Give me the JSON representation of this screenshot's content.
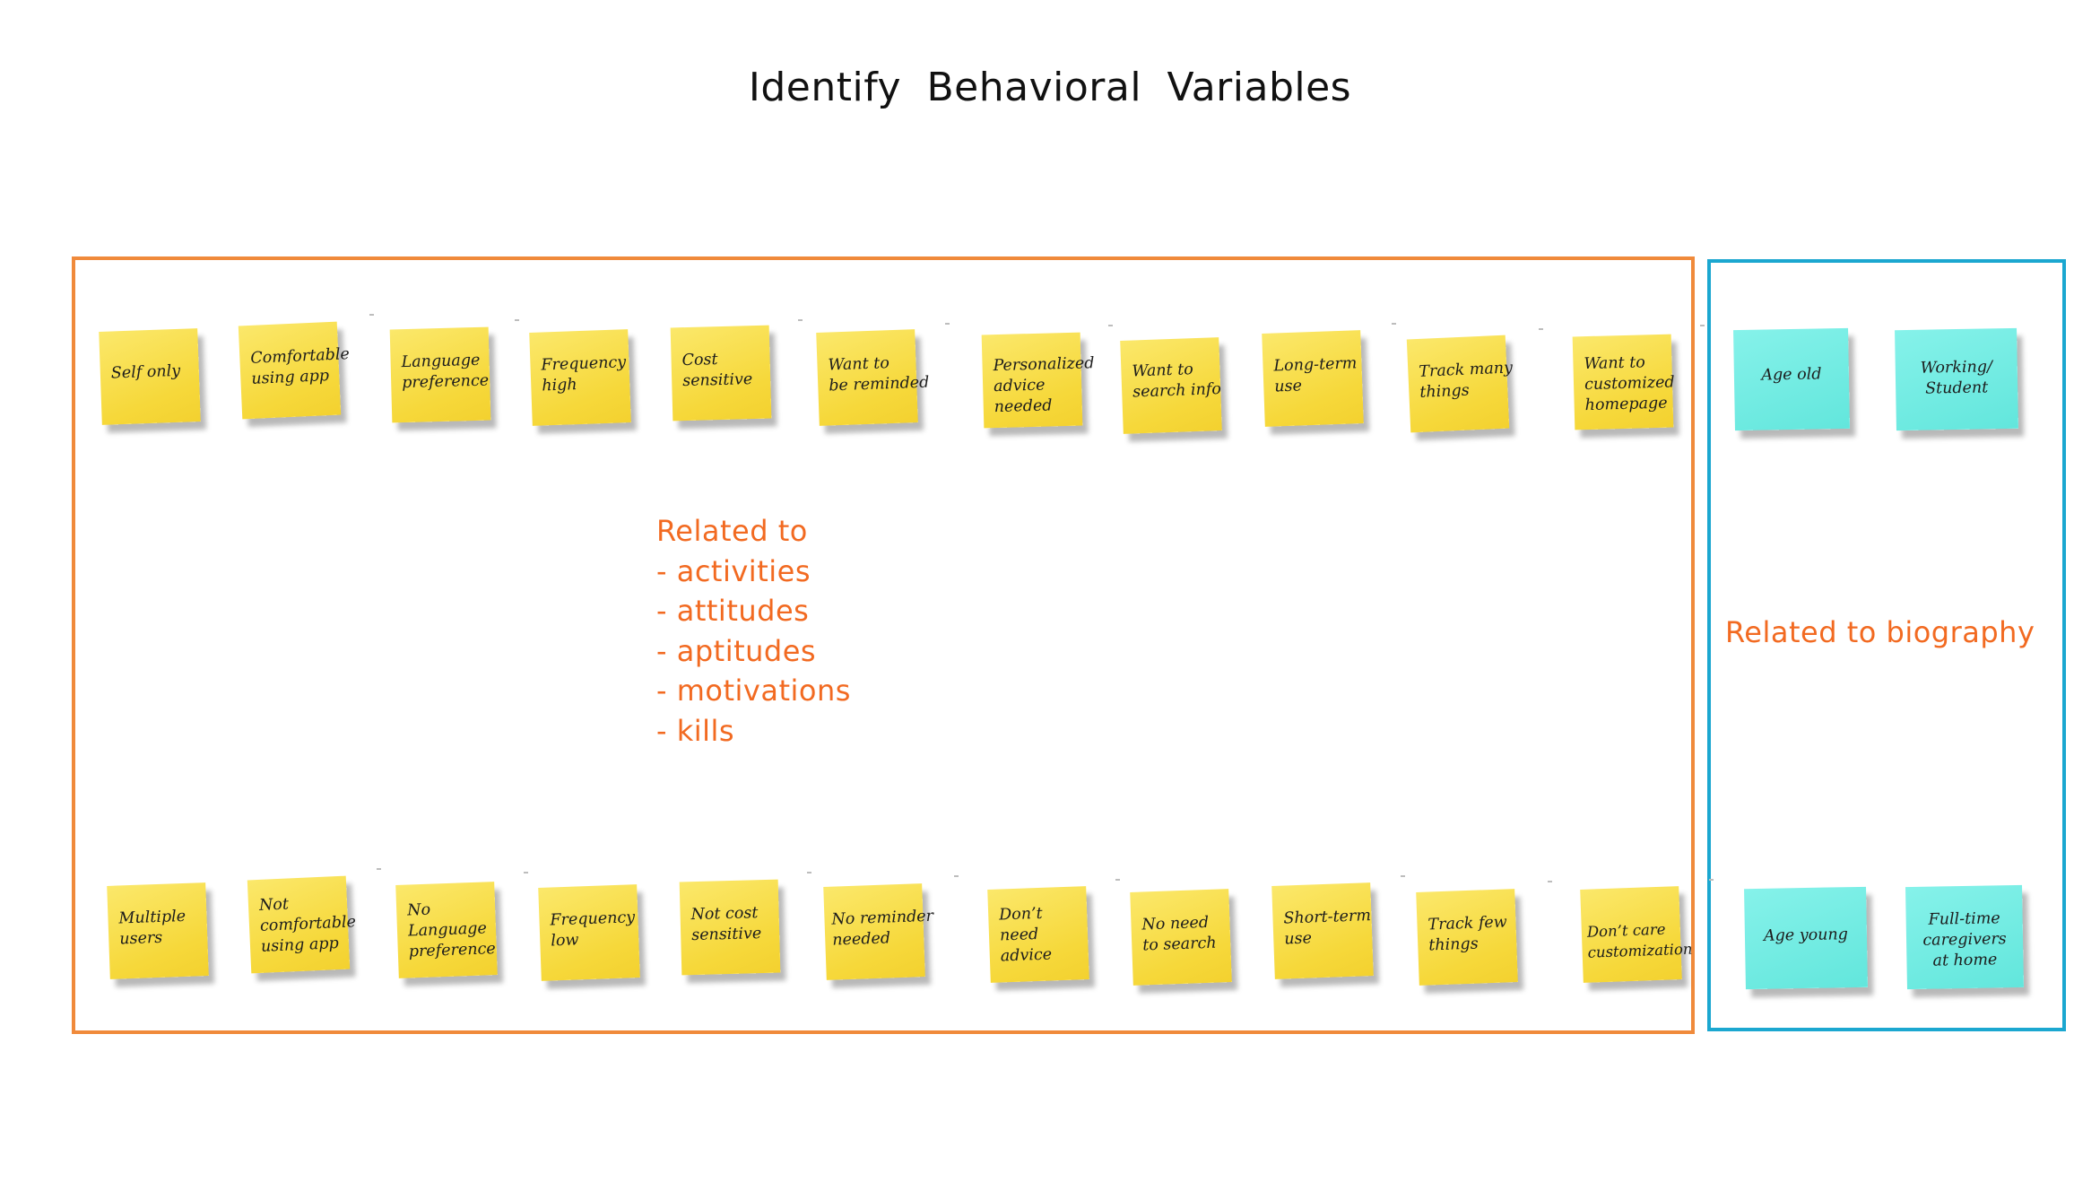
{
  "title": "Identify  Behavioral  Variables",
  "annotations": {
    "behavioral": "Related to\n- activities\n- attitudes\n- aptitudes\n- motivations\n- kills",
    "biography": "Related to biography"
  },
  "colors": {
    "behavioral_frame": "#f08a3b",
    "biography_frame": "#1ba7d0",
    "annotation_text": "#f26a21",
    "note_yellow": "#f6d83a",
    "note_cyan": "#62e6dc"
  },
  "behavioral_notes_top": [
    "Self only",
    "Comfortable\nusing app",
    "Language\npreference",
    "Frequency\nhigh",
    "Cost\nsensitive",
    "Want to\nbe reminded",
    "Personalized\nadvice\nneeded",
    "Want to\nsearch info",
    "Long-term\nuse",
    "Track many\nthings",
    "Want to\ncustomized\nhomepage"
  ],
  "behavioral_notes_bottom": [
    "Multiple\nusers",
    "Not\ncomfortable\nusing app",
    "No\nLanguage\npreference",
    "Frequency\nlow",
    "Not cost\nsensitive",
    "No reminder\nneeded",
    "Don’t\nneed\nadvice",
    "No need\nto search",
    "Short-term\nuse",
    "Track few\nthings",
    "Don’t care\ncustomization"
  ],
  "biography_notes_top": [
    "Age old",
    "Working/\nStudent"
  ],
  "biography_notes_bottom": [
    "Age young",
    "Full-time\ncaregivers\nat home"
  ]
}
